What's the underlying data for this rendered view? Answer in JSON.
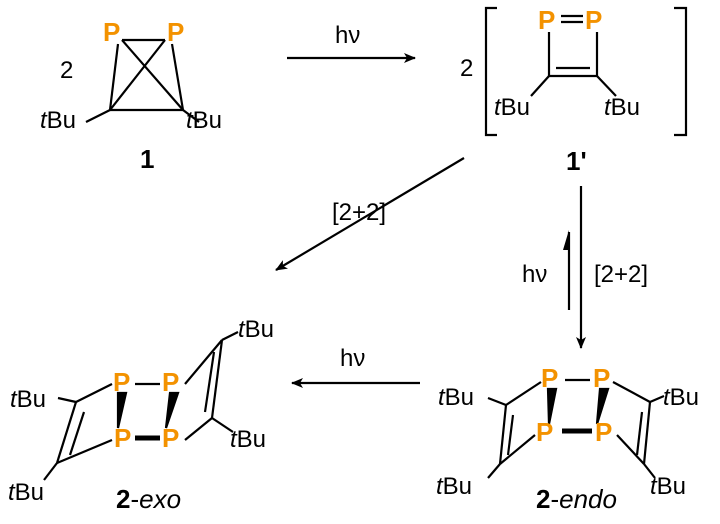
{
  "colors": {
    "phosphorus": "#F39200",
    "bond": "#000000"
  },
  "atoms": {
    "phosphorus": "P",
    "tbu_italic": "t",
    "tbu_rest": "Bu"
  },
  "reactant": {
    "stoich": "2",
    "label": "1"
  },
  "intermediate": {
    "stoich": "2",
    "label": "1'"
  },
  "product_exo": {
    "label_bold": "2",
    "label_rest": "-",
    "label_italic": "exo"
  },
  "product_endo": {
    "label_bold": "2",
    "label_rest": "-",
    "label_italic": "endo"
  },
  "arrows": {
    "top_condition": "hν",
    "diagonal_condition": "[2+2]",
    "vertical_left_condition": "hν",
    "vertical_right_condition": "[2+2]",
    "bottom_condition": "hν"
  }
}
